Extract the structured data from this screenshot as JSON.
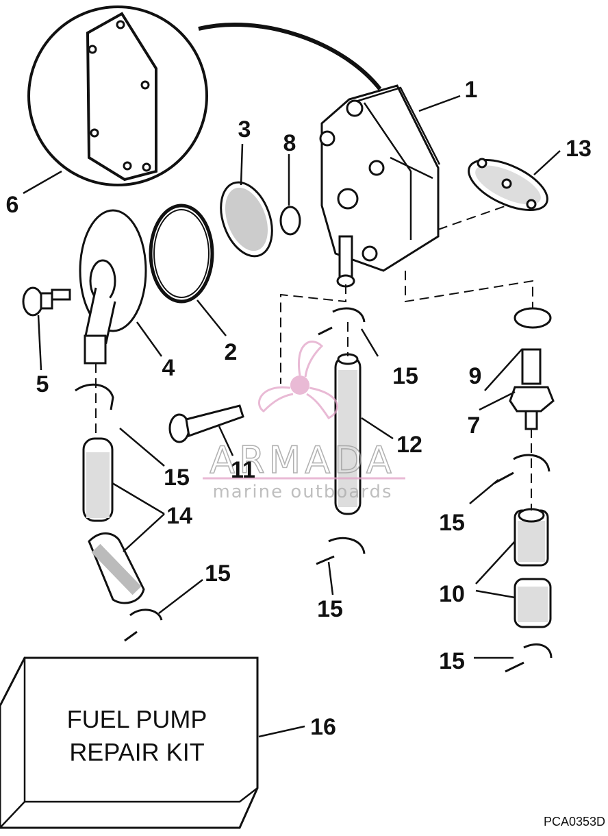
{
  "callouts": {
    "c1": "1",
    "c2": "2",
    "c3": "3",
    "c4": "4",
    "c5": "5",
    "c6": "6",
    "c7": "7",
    "c8": "8",
    "c9": "9",
    "c10": "10",
    "c11": "11",
    "c12": "12",
    "c13": "13",
    "c14": "14",
    "c15a": "15",
    "c15b": "15",
    "c15c": "15",
    "c15d": "15",
    "c15e": "15",
    "c15f": "15",
    "c16": "16"
  },
  "kit": {
    "line1": "FUEL PUMP",
    "line2": "REPAIR KIT"
  },
  "watermark": {
    "brand": "ARMADA",
    "tagline": "marine outboards"
  },
  "drawing_code": "PCA0353D",
  "colors": {
    "ink": "#111111",
    "watermark_pink": "#e2a3c7",
    "watermark_grey": "#999999"
  }
}
